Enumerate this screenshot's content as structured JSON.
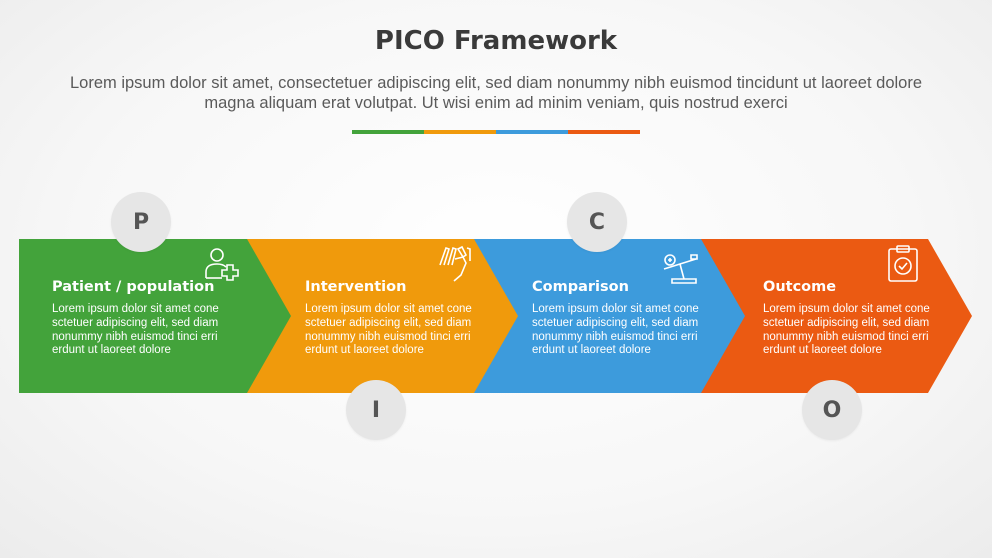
{
  "header": {
    "title": "PICO Framework",
    "subtitle": "Lorem ipsum dolor sit amet, consectetuer adipiscing elit, sed diam nonummy nibh euismod tincidunt ut laoreet dolore magna aliquam erat volutpat. Ut wisi enim ad minim veniam, quis nostrud exerci"
  },
  "colors": {
    "green": "#43a33b",
    "orange": "#f09a0c",
    "blue": "#3d9bdc",
    "red": "#eb5a12",
    "circle": "#e6e6e6"
  },
  "steps": [
    {
      "letter": "P",
      "heading": "Patient / population",
      "body": "Lorem ipsum dolor sit amet cone sctetuer adipiscing elit, sed diam nonummy nibh euismod tinci erri erdunt ut laoreet dolore",
      "icon": "add-user-icon",
      "color": "#43a33b"
    },
    {
      "letter": "I",
      "heading": "Intervention",
      "body": "Lorem ipsum dolor sit amet cone sctetuer adipiscing elit, sed diam nonummy nibh euismod tinci erri erdunt ut laoreet dolore",
      "icon": "hand-pick-icon",
      "color": "#f09a0c"
    },
    {
      "letter": "C",
      "heading": "Comparison",
      "body": "Lorem ipsum dolor sit amet cone sctetuer adipiscing elit, sed diam nonummy nibh euismod tinci erri erdunt ut laoreet dolore",
      "icon": "balance-scale-icon",
      "color": "#3d9bdc"
    },
    {
      "letter": "O",
      "heading": "Outcome",
      "body": "Lorem ipsum dolor sit amet cone sctetuer adipiscing elit, sed diam nonummy nibh euismod tinci erri erdunt ut laoreet dolore",
      "icon": "clipboard-check-icon",
      "color": "#eb5a12"
    }
  ]
}
